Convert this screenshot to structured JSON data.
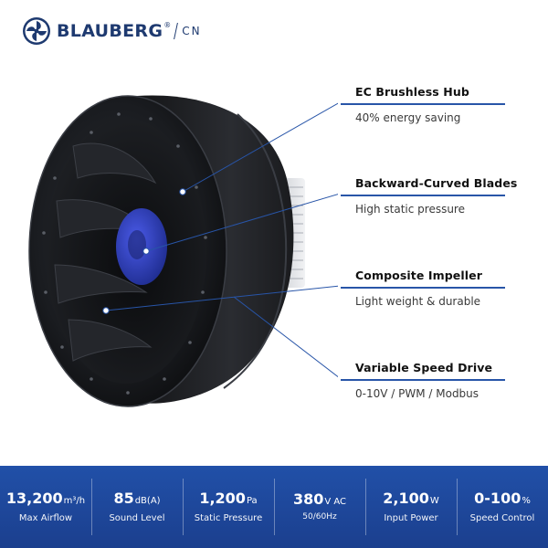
{
  "brand": {
    "name": "BLAUBERG",
    "registered": "®",
    "region": "CN",
    "logo_icon": "fan-blades-logo"
  },
  "features": [
    {
      "title": "EC Brushless Hub",
      "description": "40% energy saving"
    },
    {
      "title": "Backward-Curved Blades",
      "description": "High static pressure"
    },
    {
      "title": "Composite Impeller",
      "description": "Light weight & durable"
    },
    {
      "title": "Variable Speed Drive",
      "description": "0-10V / PWM / Modbus"
    }
  ],
  "specs": [
    {
      "value": "13,200",
      "unit": "m³/h",
      "label": "Max Airflow"
    },
    {
      "value": "85",
      "unit": "dB(A)",
      "label": "Sound Level"
    },
    {
      "value": "1,200",
      "unit": "Pa",
      "label": "Static Pressure"
    },
    {
      "value": "380",
      "unit": "V AC",
      "sub": "50/60Hz",
      "label": ""
    },
    {
      "value": "2,100",
      "unit": "W",
      "label": "Input Power"
    },
    {
      "value": "0-100",
      "unit": "%",
      "label": "Speed Control"
    }
  ],
  "colors": {
    "brand_blue": "#1e3a70",
    "accent_blue": "#2855a8",
    "spec_bar": "#1b3f8e",
    "motor_blue": "#2b3fc4"
  }
}
